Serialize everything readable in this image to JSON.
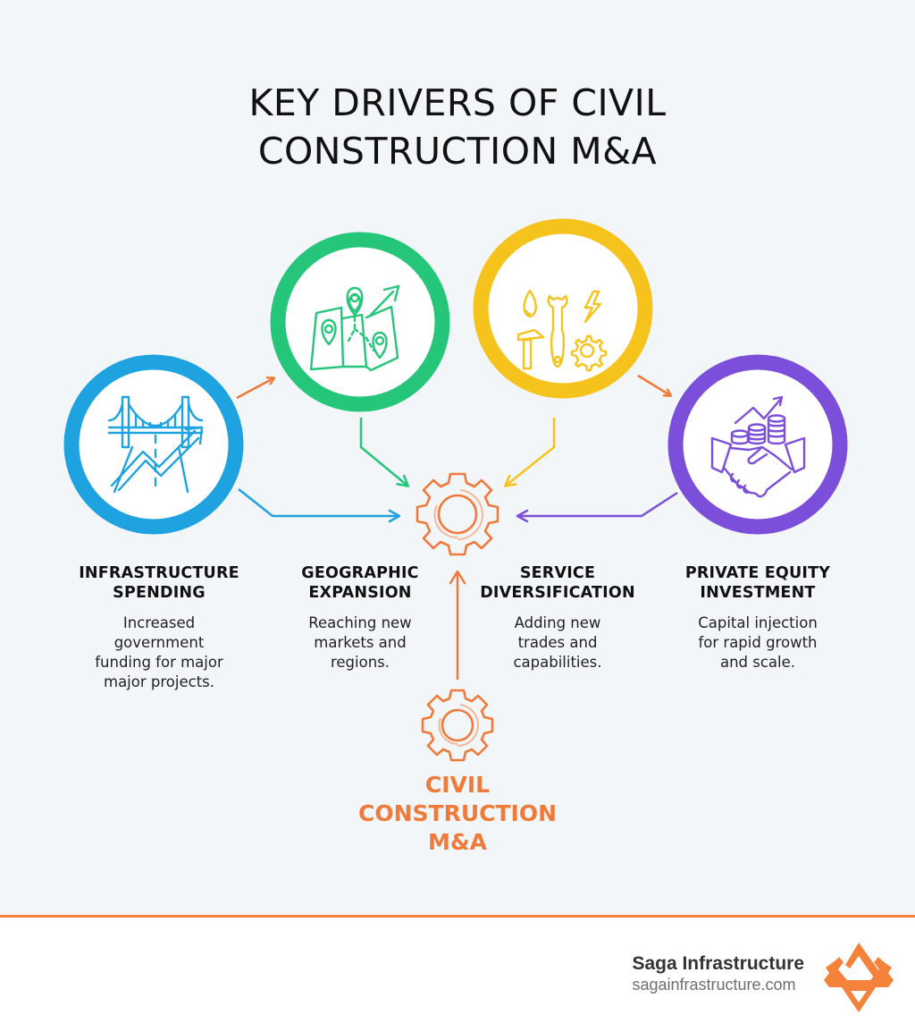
{
  "title": {
    "line1": "KEY DRIVERS OF CIVIL",
    "line2": "CONSTRUCTION M&A"
  },
  "colors": {
    "background": "#f2f6f9",
    "blue": "#1fa3e0",
    "green": "#25c67a",
    "yellow": "#f6c21c",
    "purple": "#7b4fd9",
    "orange": "#f07a3a",
    "text": "#111111"
  },
  "drivers": [
    {
      "id": "infrastructure-spending",
      "icon": "bridge-growth-icon",
      "color": "#1fa3e0",
      "heading_line1": "INFRASTRUCTURE",
      "heading_line2": "SPENDING",
      "desc_line1": "Increased",
      "desc_line2": "government",
      "desc_line3": "funding for major",
      "desc_line4": "major projects."
    },
    {
      "id": "geographic-expansion",
      "icon": "map-pins-icon",
      "color": "#25c67a",
      "heading_line1": "GEOGRAPHIC",
      "heading_line2": "EXPANSION",
      "desc_line1": "Reaching new",
      "desc_line2": "markets and",
      "desc_line3": "regions."
    },
    {
      "id": "service-diversification",
      "icon": "trade-tools-icon",
      "color": "#f6c21c",
      "heading_line1": "SERVICE",
      "heading_line2": "DIVERSIFICATION",
      "desc_line1": "Adding new",
      "desc_line2": "trades and",
      "desc_line3": "capabilities."
    },
    {
      "id": "private-equity-investment",
      "icon": "handshake-coins-icon",
      "color": "#7b4fd9",
      "heading_line1": "PRIVATE EQUITY",
      "heading_line2": "INVESTMENT",
      "desc_line1": "Capital injection",
      "desc_line2": "for rapid growth",
      "desc_line3": "and scale."
    }
  ],
  "center": {
    "icon": "gear-icon",
    "line1": "CIVIL",
    "line2": "CONSTRUCTION",
    "line3": "M&A"
  },
  "footer": {
    "brand_name": "Saga Infrastructure",
    "brand_url": "sagainfrastructure.com",
    "logo": "saga-triangle-logo-icon"
  }
}
